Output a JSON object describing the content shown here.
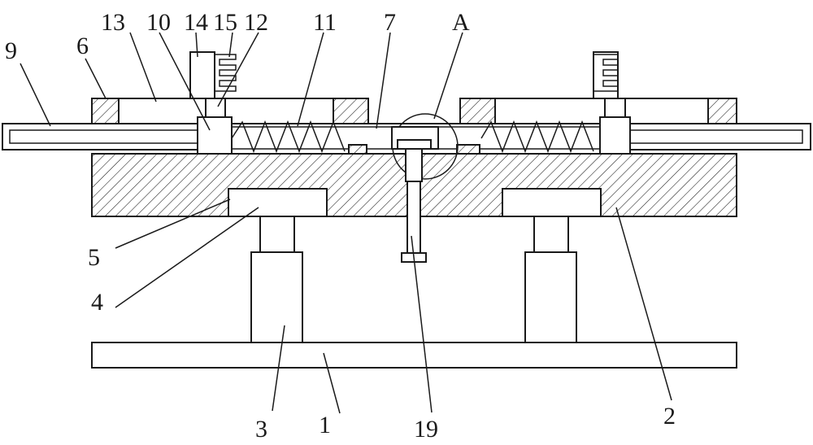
{
  "labels": {
    "l1": "1",
    "l2": "2",
    "l3": "3",
    "l4": "4",
    "l5": "5",
    "l6": "6",
    "l7": "7",
    "l9": "9",
    "l10": "10",
    "l11": "11",
    "l12": "12",
    "l13": "13",
    "l14": "14",
    "l15": "15",
    "l19": "19",
    "lA": "A"
  }
}
